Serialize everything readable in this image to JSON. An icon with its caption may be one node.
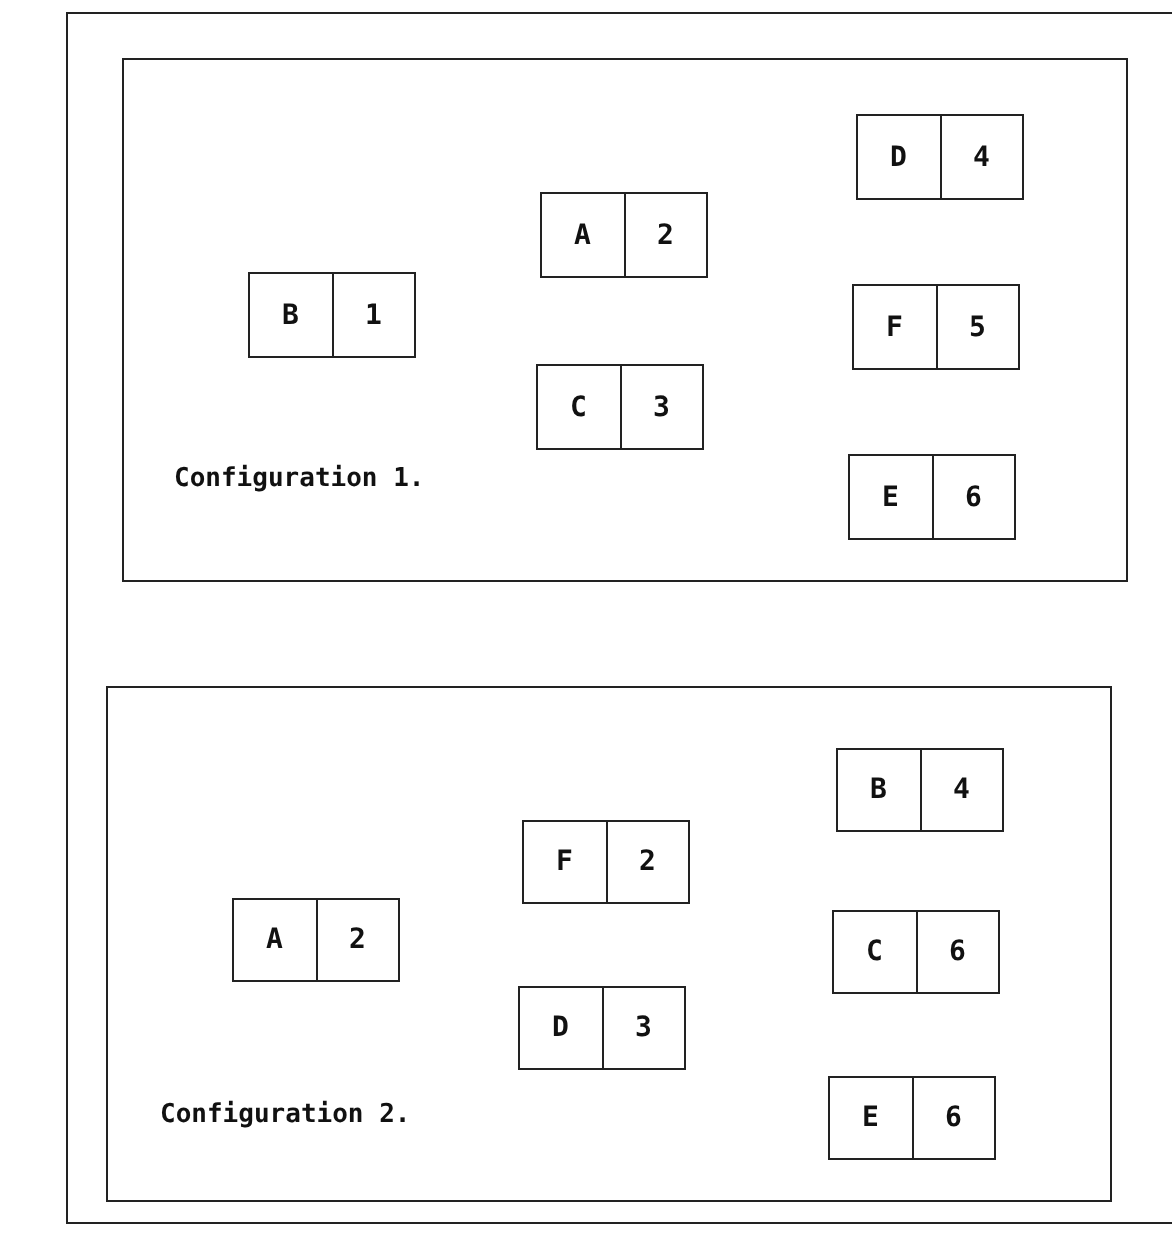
{
  "diagram": {
    "nodes": [
      {
        "text": [],
        "shape": "box"
      },
      {
        "text": [
          "Configuration 1."
        ],
        "in": 0
      },
      {
        "text": [
          "D",
          "4"
        ],
        "in": 1
      },
      {
        "text": [
          "A",
          "2"
        ],
        "in": 1
      },
      {
        "text": [
          "B",
          "1"
        ],
        "in": 1
      },
      {
        "text": [
          "F",
          "5"
        ],
        "in": 1
      },
      {
        "text": [
          "C",
          "3"
        ],
        "in": 1
      },
      {
        "text": [
          "E",
          "6"
        ],
        "in": 1
      },
      {
        "text": [
          "Configuration 2."
        ],
        "in": 0
      },
      {
        "text": [
          "B",
          "4"
        ],
        "in": 8
      },
      {
        "text": [
          "F",
          "2"
        ],
        "in": 8
      },
      {
        "text": [
          "A",
          "2"
        ],
        "in": 8
      },
      {
        "text": [
          "C",
          "6"
        ],
        "in": 8
      },
      {
        "text": [
          "D",
          "3"
        ],
        "in": 8
      },
      {
        "text": [
          "E",
          "6"
        ],
        "in": 8
      }
    ],
    "edges": []
  }
}
